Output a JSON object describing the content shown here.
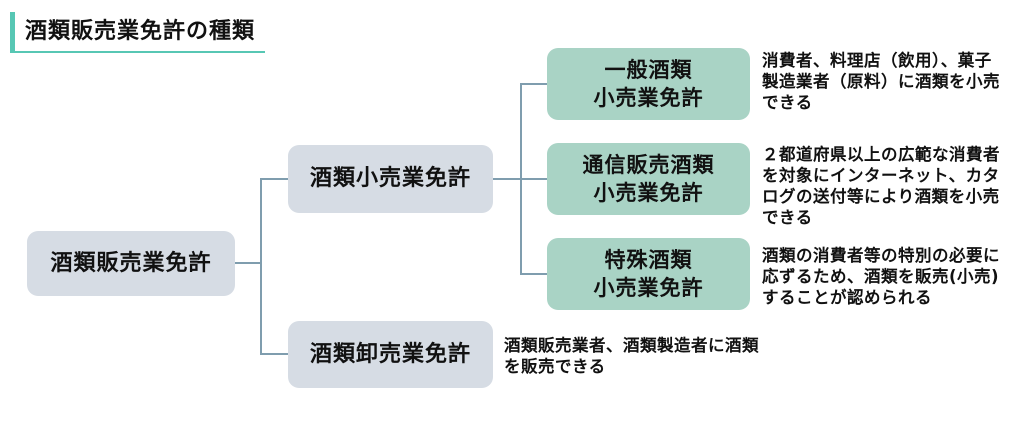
{
  "page_title": "酒類販売業免許の種類",
  "colors": {
    "accent_teal": "#57c7b4",
    "node_gray": "#d6dce4",
    "node_green": "#a9d3c5",
    "connector": "#7f9dae",
    "text": "#111111"
  },
  "tree": {
    "root": {
      "label": "酒類販売業免許"
    },
    "level2": [
      {
        "label": "酒類小売業免許"
      },
      {
        "label": "酒類卸売業免許",
        "description_lines": [
          "酒類販売業者、酒類製造者に酒類",
          "を販売できる"
        ]
      }
    ],
    "level3": [
      {
        "label_lines": [
          "一般酒類",
          "小売業免許"
        ],
        "description_lines": [
          "消費者、料理店（飲用）、菓子",
          "製造業者（原料）に酒類を小売",
          "できる"
        ]
      },
      {
        "label_lines": [
          "通信販売酒類",
          "小売業免許"
        ],
        "description_lines": [
          "２都道府県以上の広範な消費者",
          "を対象にインターネット、カタ",
          "ログの送付等により酒類を小売",
          "できる"
        ]
      },
      {
        "label_lines": [
          "特殊酒類",
          "小売業免許"
        ],
        "description_lines": [
          "酒類の消費者等の特別の必要に",
          "応ずるため、酒類を販売(小売)",
          "することが認められる"
        ]
      }
    ]
  }
}
